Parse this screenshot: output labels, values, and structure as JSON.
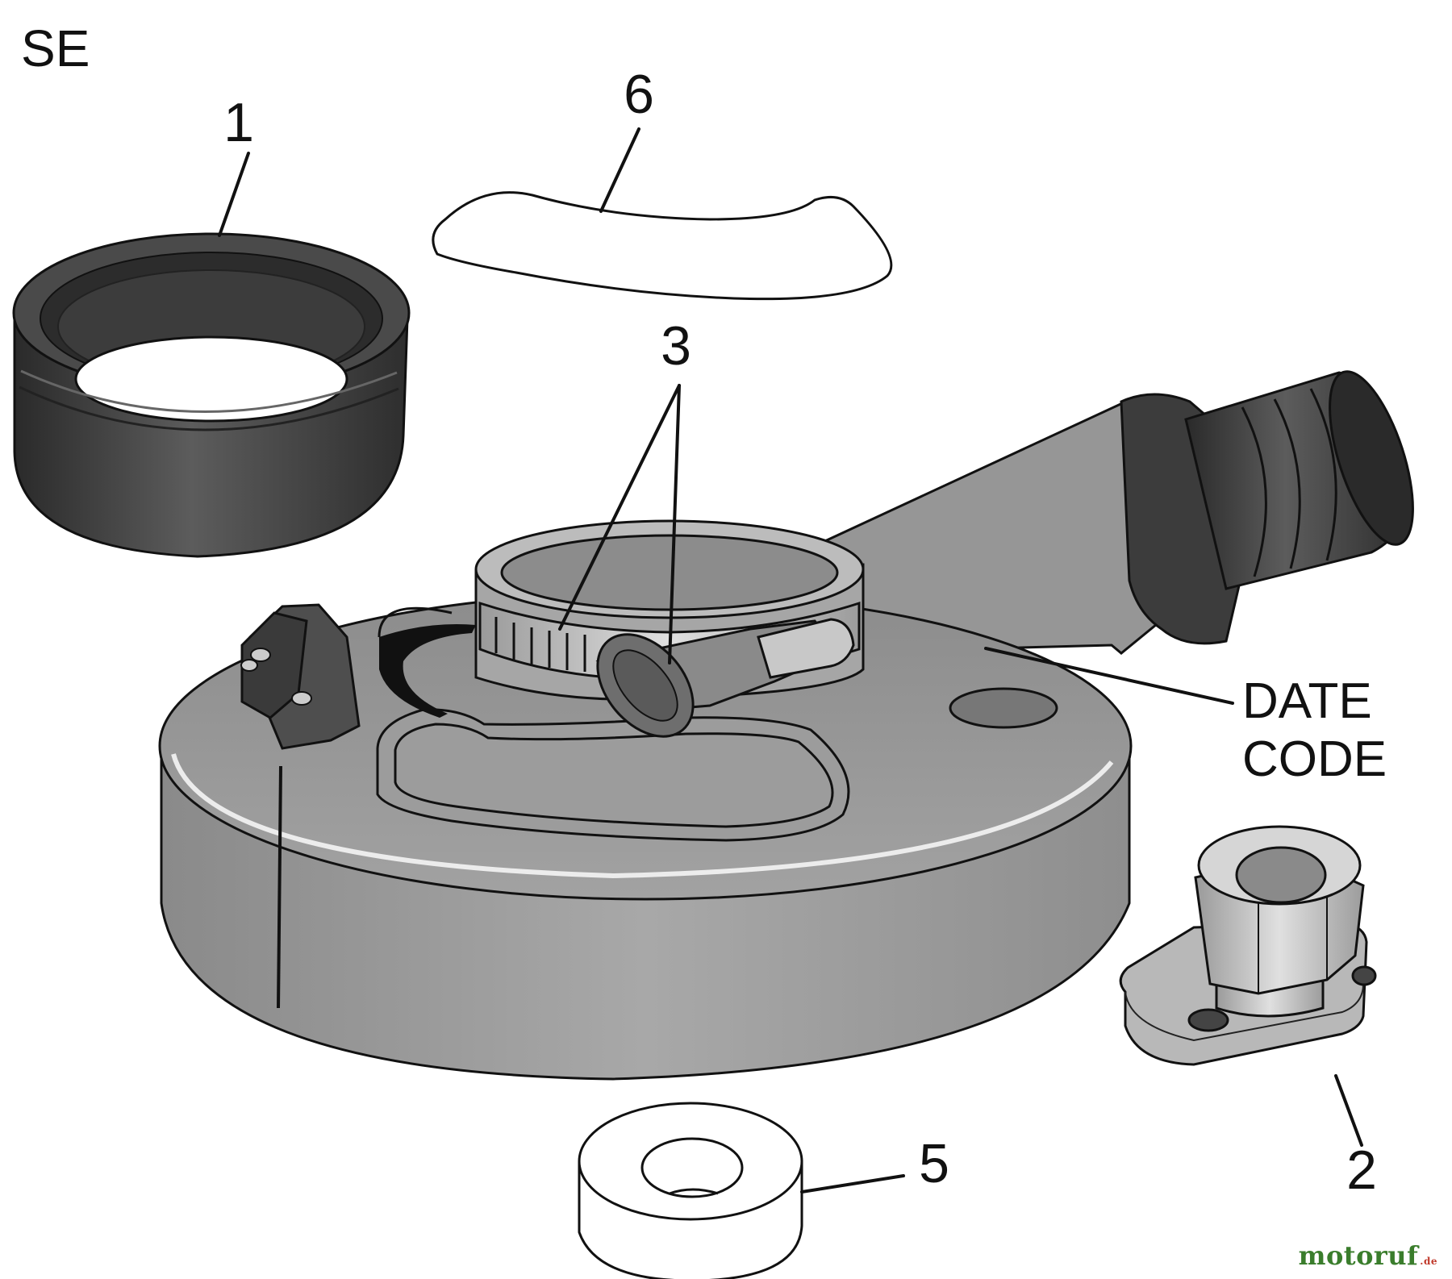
{
  "view_label": "SE",
  "callouts": {
    "c1": "1",
    "c2": "2",
    "c3": "3",
    "c5": "5",
    "c6": "6"
  },
  "date_code": {
    "line1": "DATE",
    "line2": "CODE"
  },
  "watermark": {
    "text": "motoruf",
    "suffix": ".de"
  },
  "colors": {
    "housing": "#9a9a9a",
    "rubber": "#3a3a3a",
    "metal": "#c4c4c4",
    "watermark": "#3a7d2c"
  }
}
